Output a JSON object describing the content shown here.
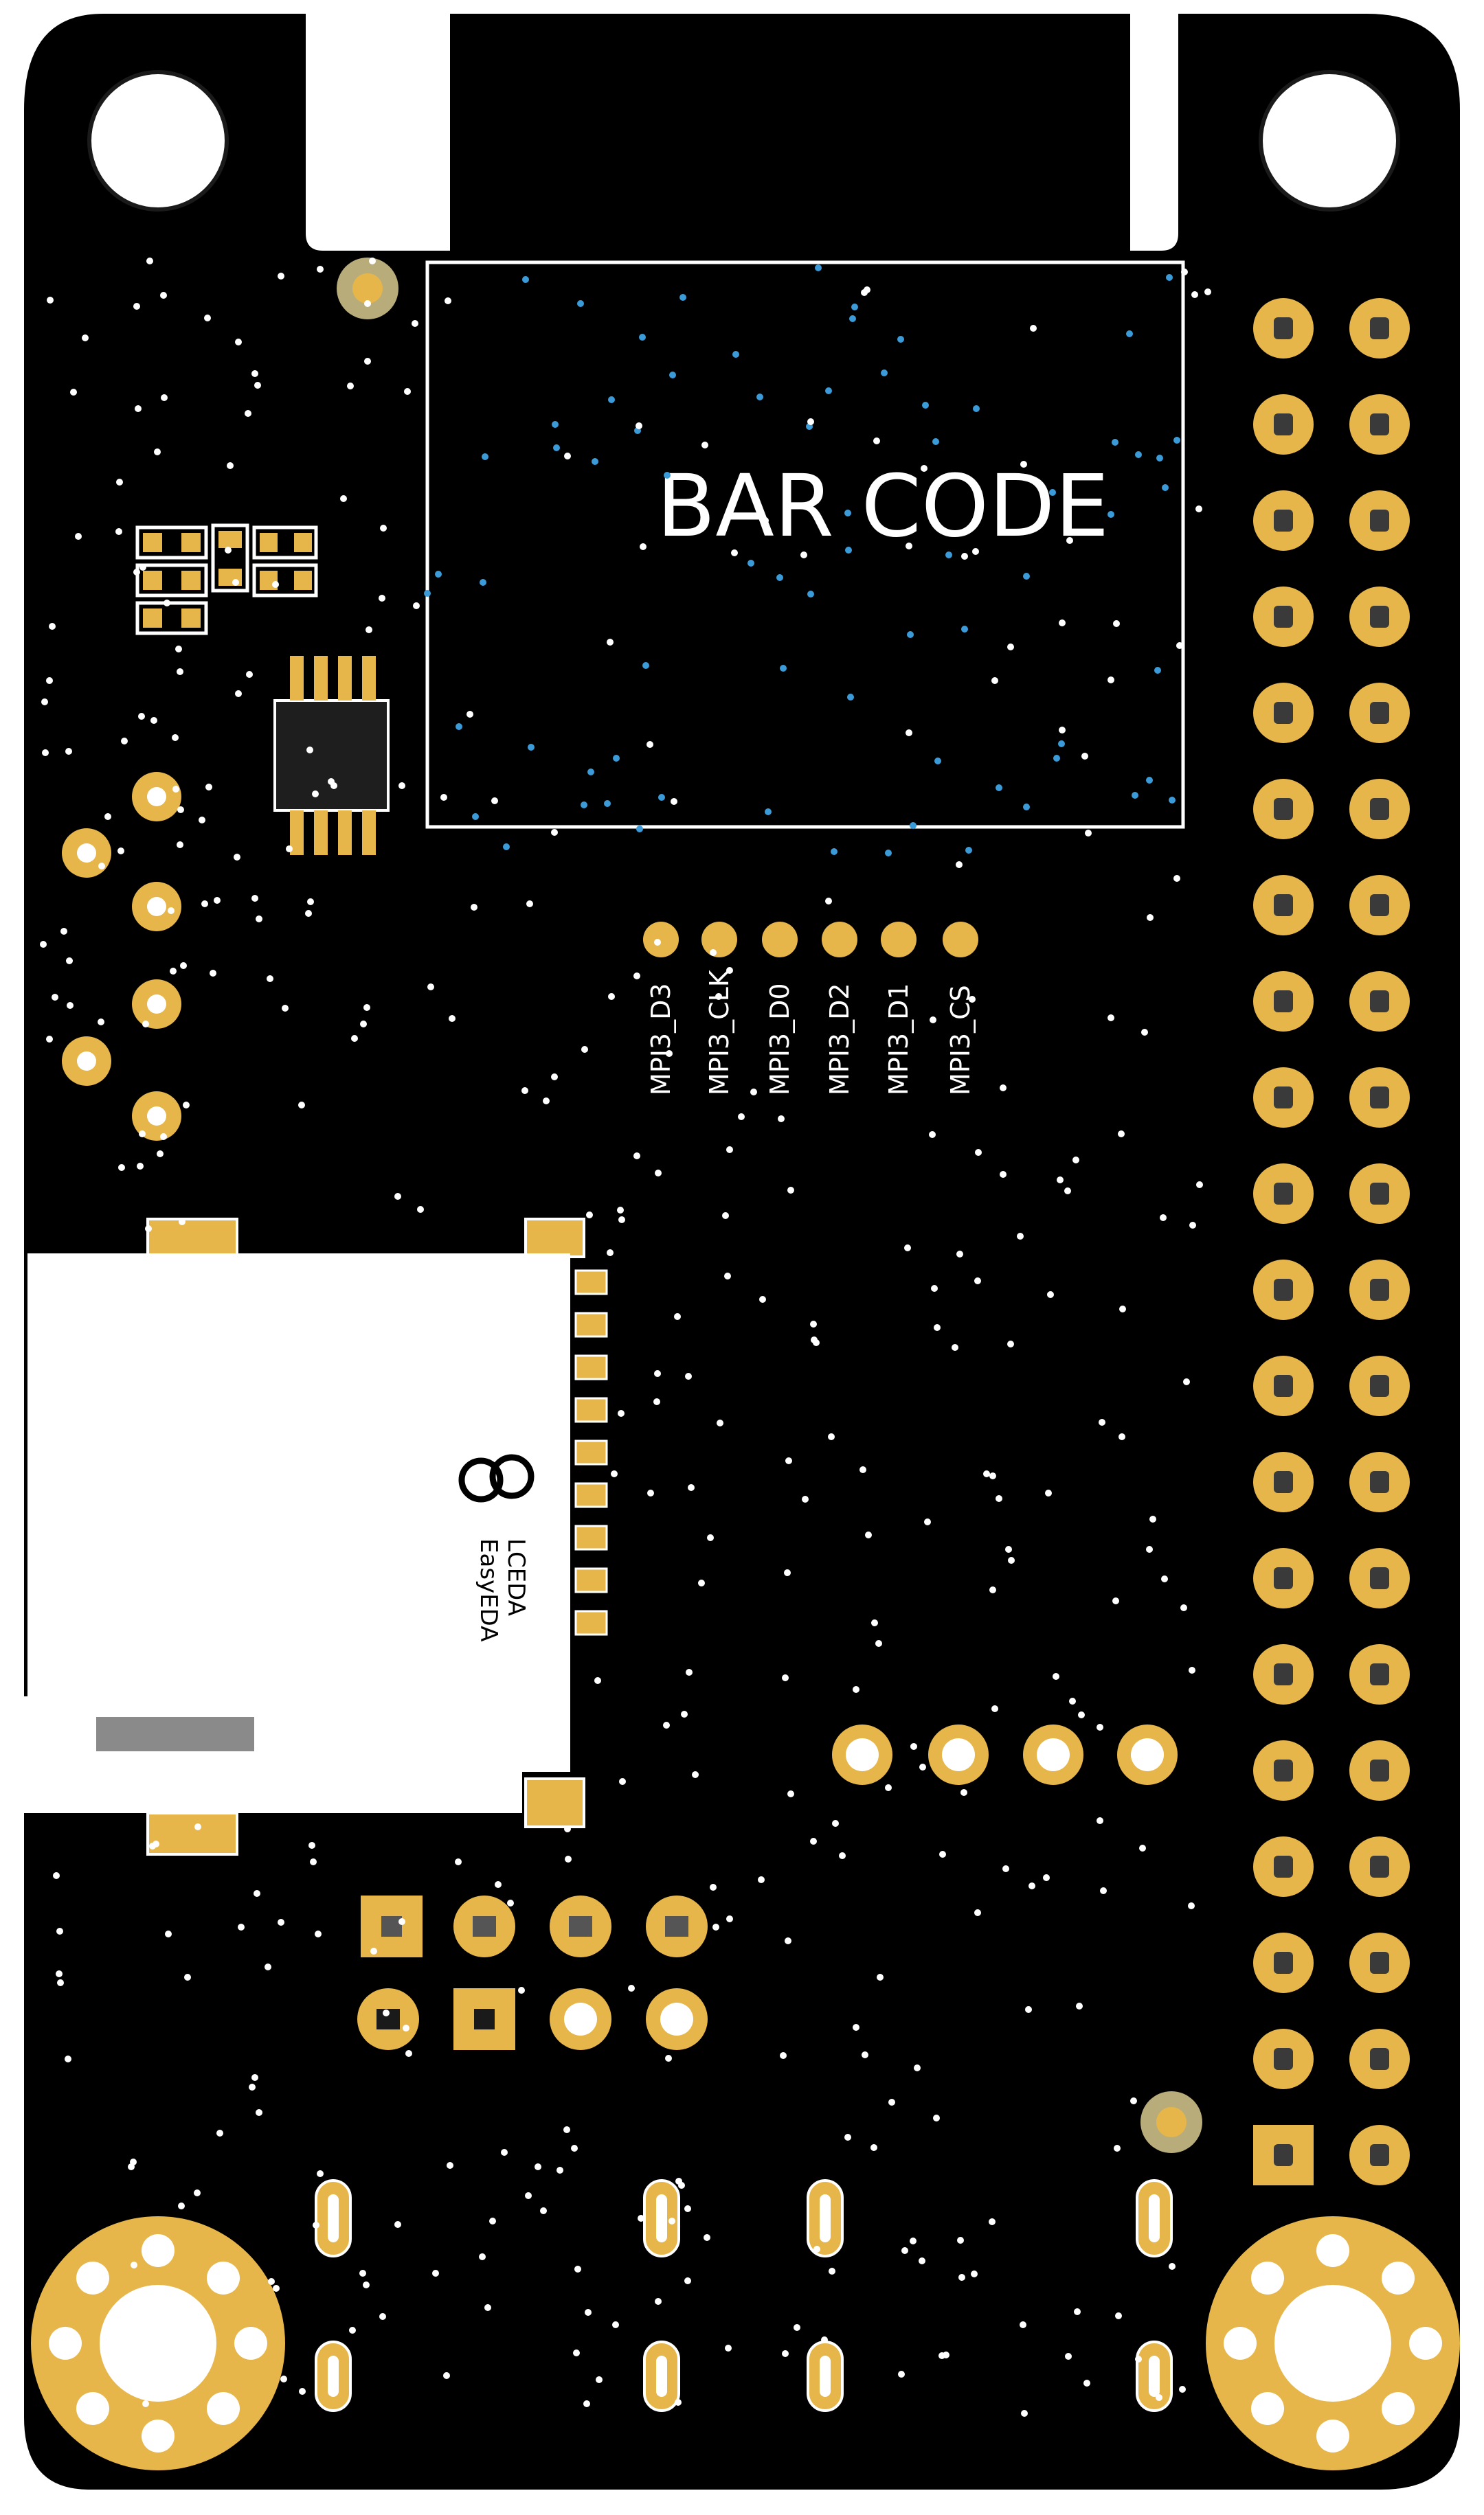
{
  "board": {
    "silkscreen_text": "BAR CODE",
    "logo_text_line1": "LCEDA",
    "logo_text_line2": "EasyEDA",
    "colors": {
      "pcb": "#000000",
      "outline": "#ffffff",
      "pad": "#e7b64a",
      "via": "#ffffff",
      "inner_via": "#3b9bd8",
      "sd_card": "#ffffff"
    }
  },
  "test_points": [
    {
      "label": "MPI3_D3"
    },
    {
      "label": "MPI3_CLK"
    },
    {
      "label": "MPI3_D0"
    },
    {
      "label": "MPI3_D2"
    },
    {
      "label": "MPI3_D1"
    },
    {
      "label": "MPI3_CS"
    }
  ],
  "header": {
    "rows": 20,
    "columns": 2
  }
}
